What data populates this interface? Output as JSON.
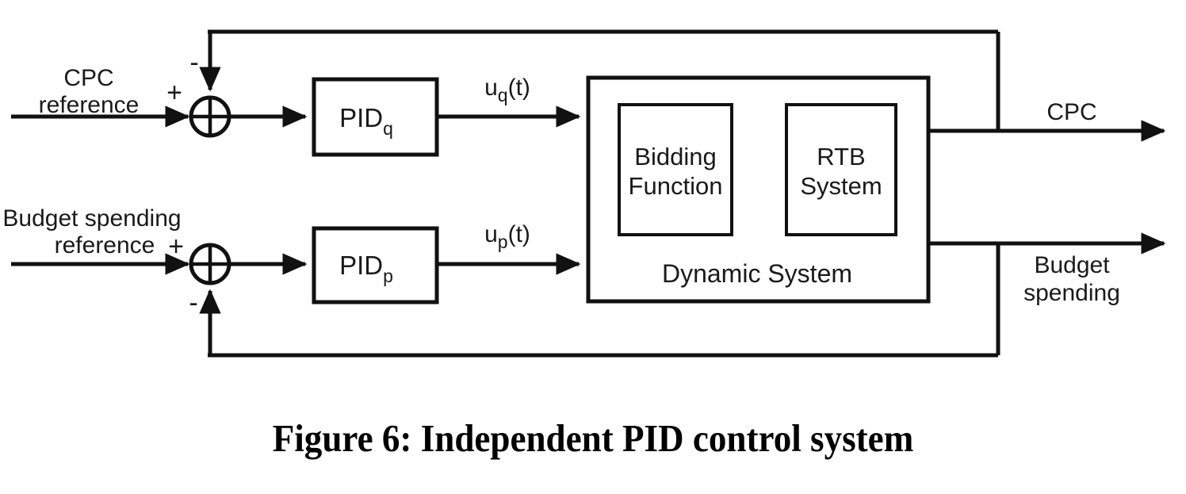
{
  "figure": {
    "caption": "Figure 6: Independent PID control system",
    "background_color": "#ffffff",
    "line_color": "#111111",
    "text_color": "#1a1a1a"
  },
  "inputs": {
    "cpc_reference_line1": "CPC",
    "cpc_reference_line2": "reference",
    "budget_reference_line1": "Budget spending",
    "budget_reference_line2": "reference"
  },
  "summing_junctions": {
    "upper": {
      "positive_sign": "+",
      "negative_sign": "-"
    },
    "lower": {
      "positive_sign": "+",
      "negative_sign": "-"
    }
  },
  "controllers": {
    "upper": {
      "base": "PID",
      "subscript": "q"
    },
    "lower": {
      "base": "PID",
      "subscript": "p"
    }
  },
  "signals": {
    "upper": {
      "base": "u",
      "subscript": "q",
      "suffix": "(t)"
    },
    "lower": {
      "base": "u",
      "subscript": "p",
      "suffix": "(t)"
    }
  },
  "plant": {
    "label": "Dynamic  System",
    "subblocks": [
      {
        "line1": "Bidding",
        "line2": "Function"
      },
      {
        "line1": "RTB",
        "line2": "System"
      }
    ]
  },
  "outputs": {
    "cpc_line1": "CPC",
    "cpc_line2": "",
    "budget_line1": "Budget",
    "budget_line2": "spending"
  }
}
